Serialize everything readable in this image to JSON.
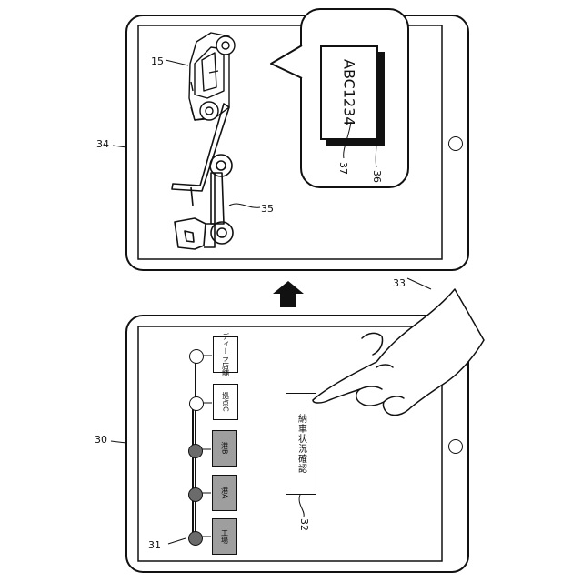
{
  "refs": {
    "screen_after": "34",
    "truck": "35",
    "car": "15",
    "plate": "36",
    "plate_text": "37",
    "hand": "33",
    "screen_before": "30",
    "timeline": "31",
    "confirm": "32"
  },
  "plate": {
    "number": "ABC1234"
  },
  "timeline": {
    "nodes": [
      {
        "label": "工場",
        "state": "done"
      },
      {
        "label": "港A",
        "state": "done"
      },
      {
        "label": "港B",
        "state": "done"
      },
      {
        "label": "拠点C",
        "state": "pending"
      },
      {
        "label": "ディーラ店舗",
        "state": "pending"
      }
    ]
  },
  "button": {
    "label": "納車状況確認"
  },
  "colors": {
    "line": "#111111",
    "done_fill": "#9e9e9e",
    "done_node": "#6b6b6b",
    "paper": "#ffffff"
  }
}
